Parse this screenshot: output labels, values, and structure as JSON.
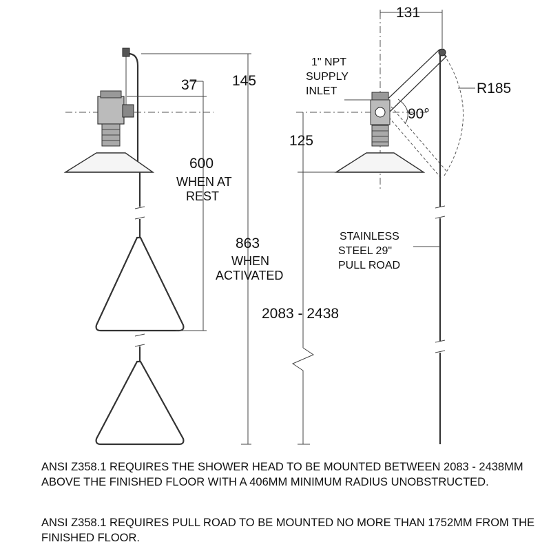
{
  "dimensions": {
    "d131": "131",
    "d145": "145",
    "d37": "37",
    "d600": "600",
    "d600_note": [
      "WHEN AT",
      "REST"
    ],
    "d863": "863",
    "d863_note": [
      "WHEN",
      "ACTIVATED"
    ],
    "d125": "125",
    "d2083": "2083 - 2438",
    "r185": "R185",
    "angle": "90°"
  },
  "labels": {
    "supply_inlet": [
      "1\" NPT",
      "SUPPLY",
      "INLET"
    ],
    "pull_rod": [
      "STAINLESS",
      "STEEL 29\"",
      "PULL ROAD"
    ]
  },
  "notes": [
    "ANSI Z358.1 REQUIRES THE SHOWER HEAD TO BE MOUNTED BETWEEN 2083 - 2438MM ABOVE THE FINISHED FLOOR WITH A 406MM MINIMUM RADIUS UNOBSTRUCTED.",
    "ANSI Z358.1 REQUIRES PULL ROAD TO BE MOUNTED NO MORE THAN 1752MM FROM THE FINISHED FLOOR."
  ]
}
